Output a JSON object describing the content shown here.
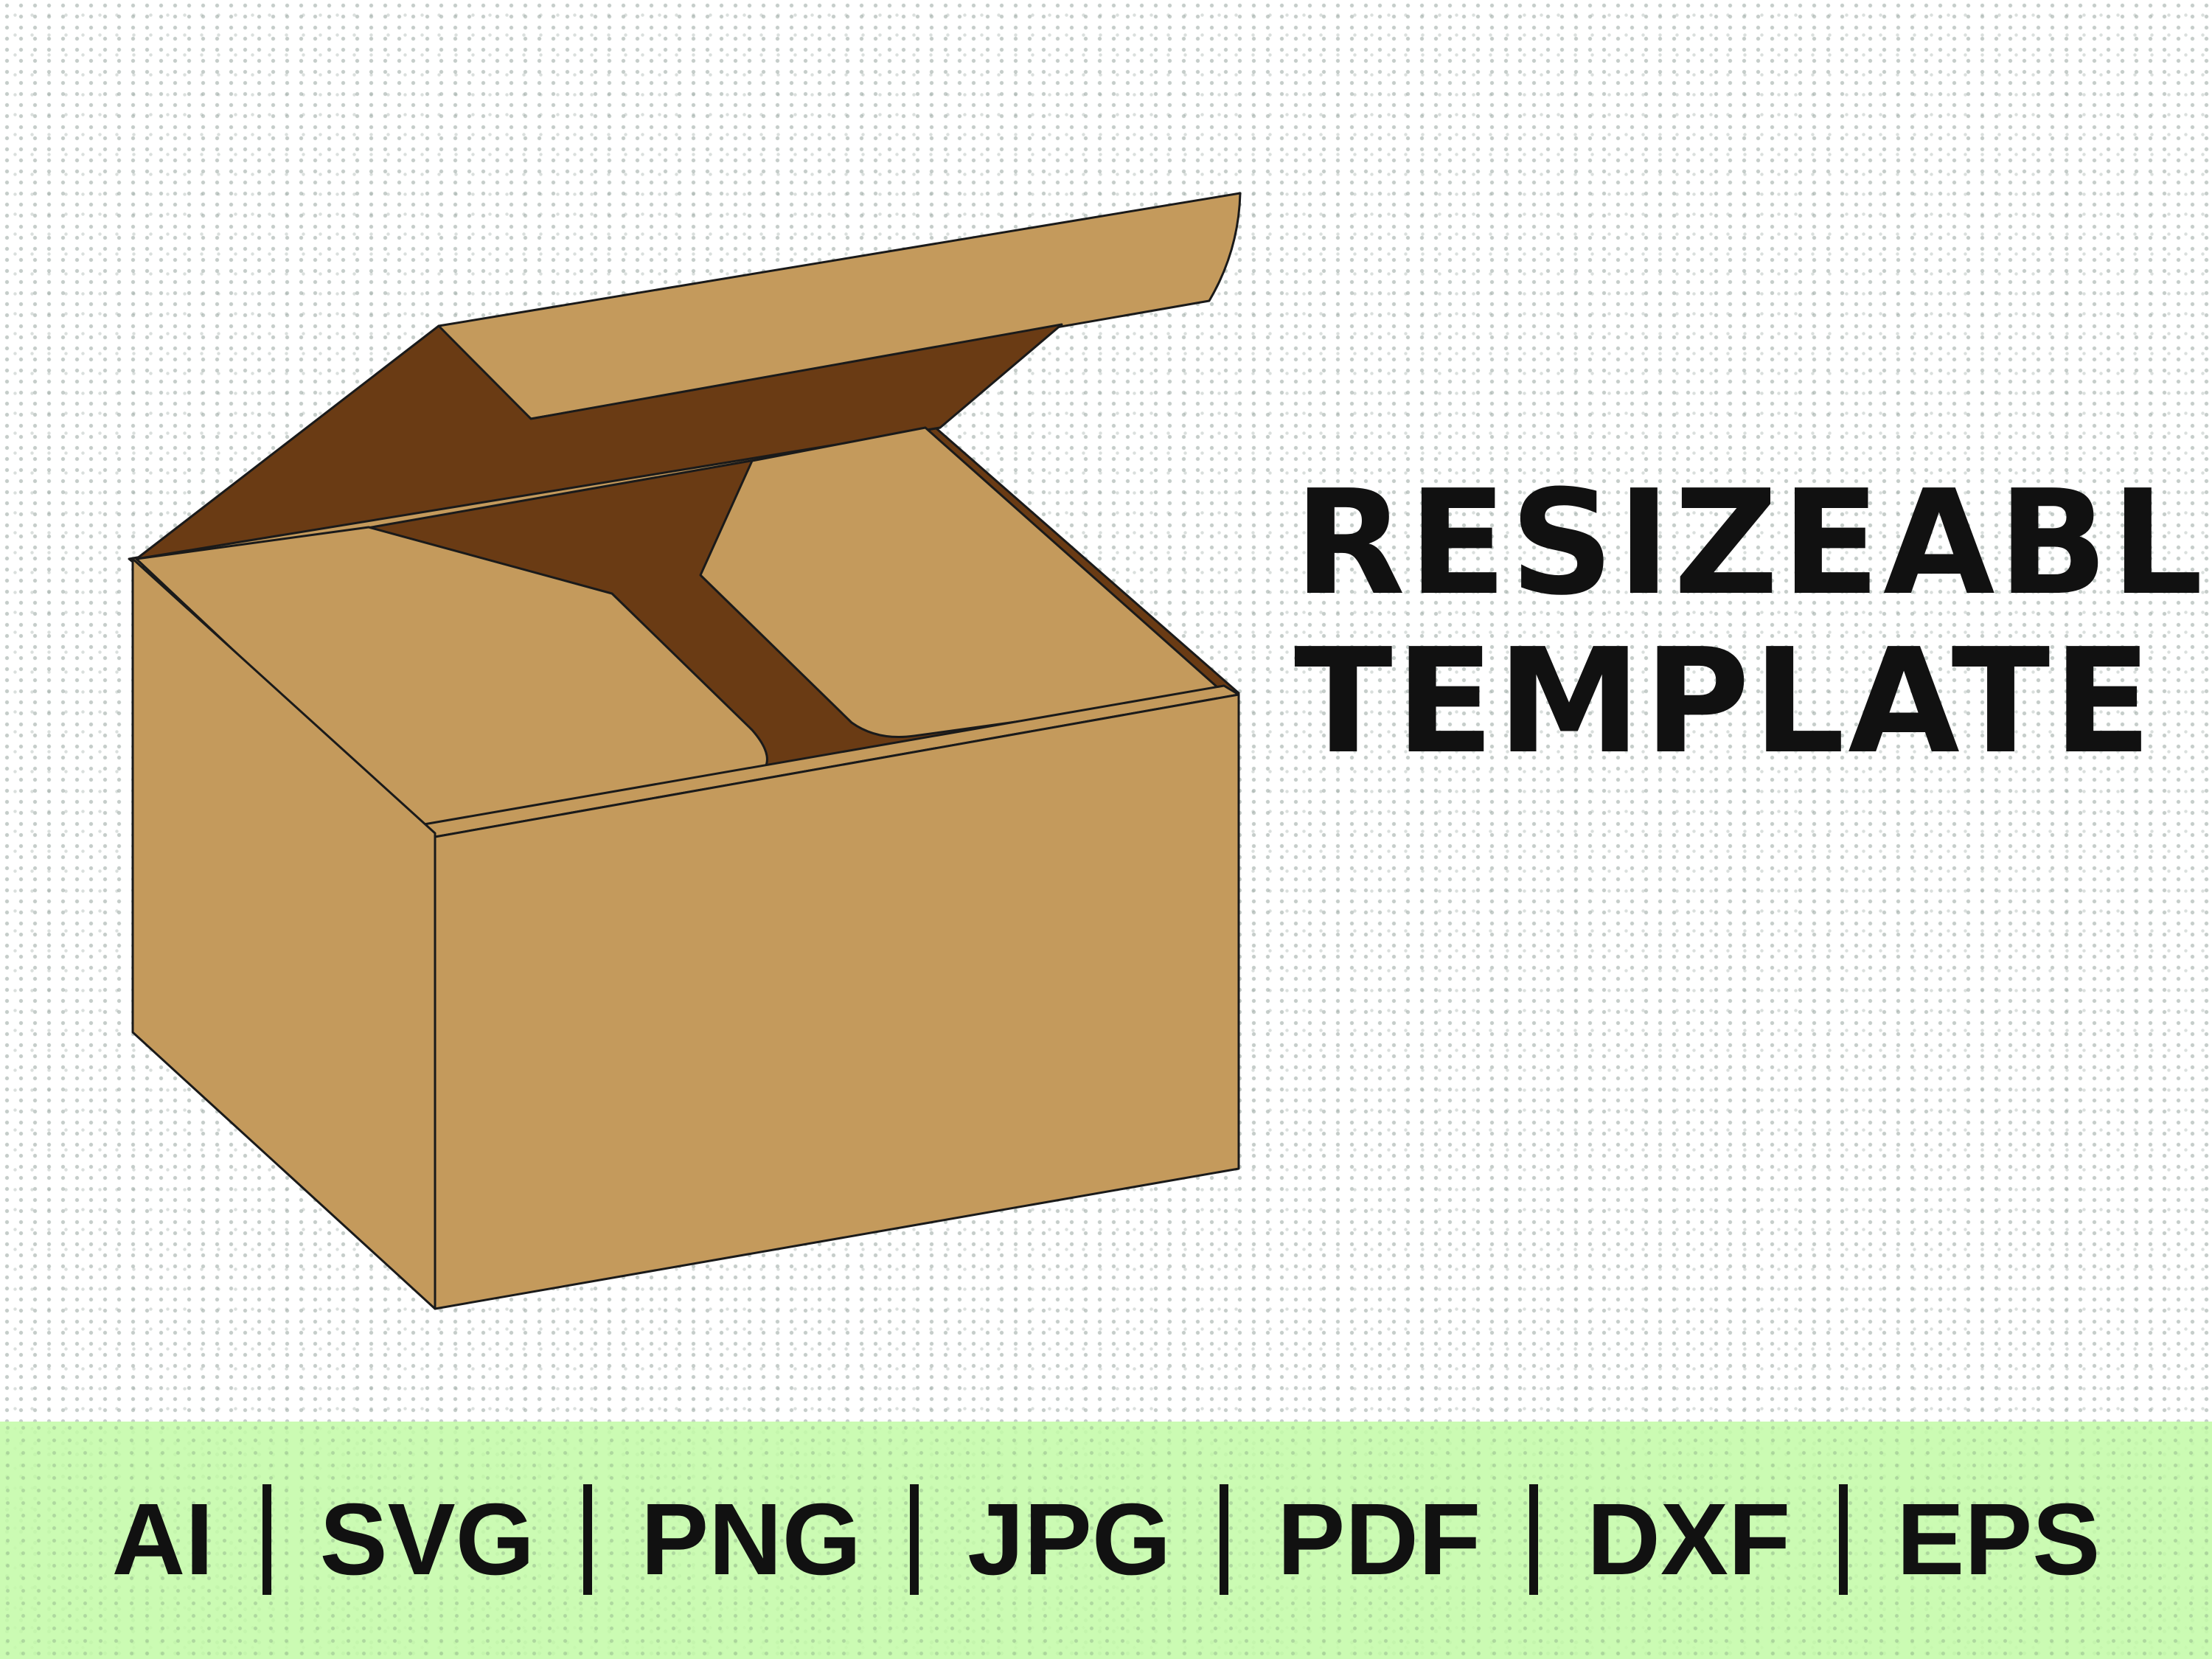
{
  "headline": {
    "line1": "RESIZEABLE",
    "line2": "TEMPLATE"
  },
  "formats": [
    "AI",
    "SVG",
    "PNG",
    "JPG",
    "PDF",
    "DXF",
    "EPS"
  ],
  "colors": {
    "cardboard": "#C49A5C",
    "cardboard_dark": "#6A3B14",
    "band": "#C4FAA8",
    "text": "#111111"
  },
  "illustration": "open-cardboard-box-icon"
}
